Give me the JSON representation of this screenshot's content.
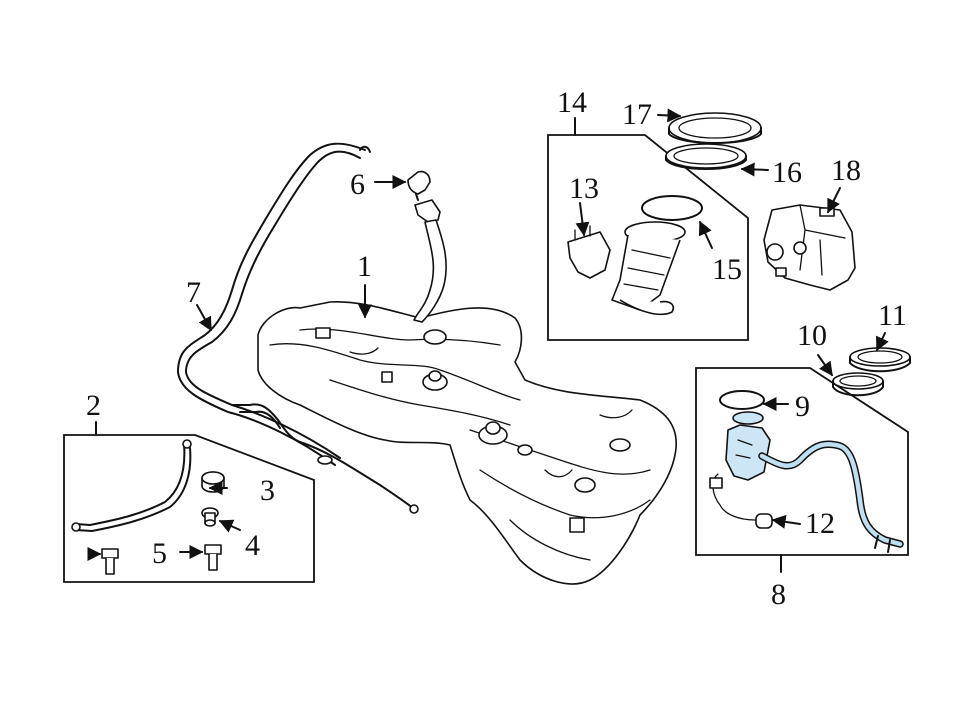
{
  "callouts": {
    "c1": "1",
    "c2": "2",
    "c3": "3",
    "c4": "4",
    "c5": "5",
    "c6": "6",
    "c7": "7",
    "c8": "8",
    "c9": "9",
    "c10": "10",
    "c11": "11",
    "c12": "12",
    "c13": "13",
    "c14": "14",
    "c15": "15",
    "c16": "16",
    "c17": "17",
    "c18": "18"
  },
  "colors": {
    "highlight": "#cde6f5",
    "line": "#111111"
  }
}
